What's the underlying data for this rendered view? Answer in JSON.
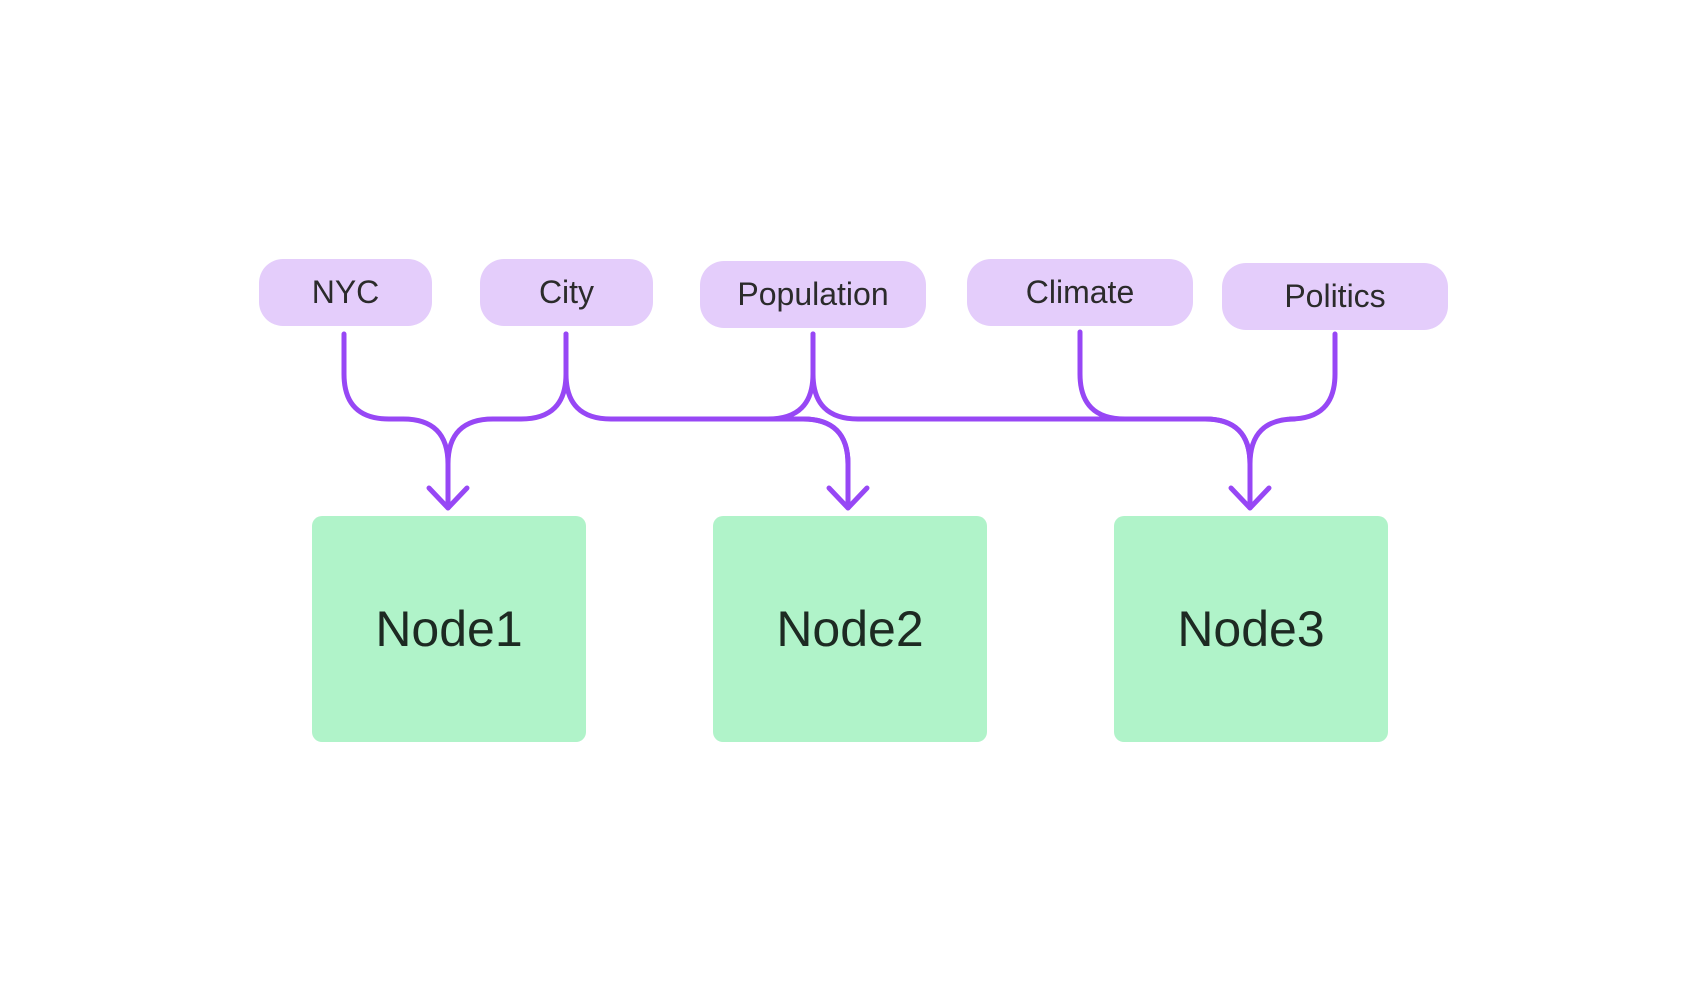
{
  "colors": {
    "tag_fill": "#e4cdfb",
    "node_fill": "#b0f3c9",
    "connector": "#9747f5"
  },
  "tags": [
    {
      "label": "NYC"
    },
    {
      "label": "City"
    },
    {
      "label": "Population"
    },
    {
      "label": "Climate"
    },
    {
      "label": "Politics"
    }
  ],
  "nodes": [
    {
      "label": "Node1"
    },
    {
      "label": "Node2"
    },
    {
      "label": "Node3"
    }
  ],
  "edges": [
    {
      "from": "NYC",
      "to": "Node1"
    },
    {
      "from": "City",
      "to": "Node1"
    },
    {
      "from": "City",
      "to": "Node2"
    },
    {
      "from": "Population",
      "to": "Node2"
    },
    {
      "from": "Population",
      "to": "Node3"
    },
    {
      "from": "Climate",
      "to": "Node3"
    },
    {
      "from": "Politics",
      "to": "Node3"
    }
  ]
}
